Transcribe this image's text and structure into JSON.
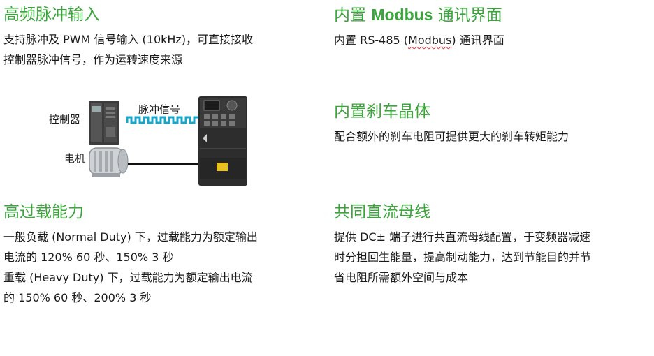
{
  "pulse": {
    "title": "高频脉冲输入",
    "line1": "支持脉冲及 PWM 信号输入 (10kHz)，可直接接收",
    "line2": "控制器脉冲信号，作为运转速度来源",
    "diagram": {
      "controller_label": "控制器",
      "pulse_label": "脉冲信号",
      "motor_label": "电机"
    }
  },
  "modbus": {
    "title_prefix": "内置 ",
    "title_bold": "Modbus",
    "title_suffix": " 通讯界面",
    "line1_prefix": "内置 RS-485 (",
    "line1_word": "Modbus",
    "line1_suffix": ") 通讯界面"
  },
  "brake": {
    "title": "内置刹车晶体",
    "line1": "配合额外的刹车电阻可提供更大的刹车转矩能力"
  },
  "overload": {
    "title": "高过载能力",
    "line1": "一般负载 (Normal Duty) 下，过载能力为额定输出",
    "line2": "电流的 120% 60 秒、150% 3 秒",
    "line3": "重载 (Heavy Duty) 下，过载能力为额定输出电流",
    "line4": "的 150% 60 秒、200% 3 秒"
  },
  "dcbus": {
    "title": "共同直流母线",
    "line1": "提供 DC± 端子进行共直流母线配置，于变频器减速",
    "line2": "时分担回生能量，提高制动能力，达到节能目的并节",
    "line3": "省电阻所需额外空间与成本"
  },
  "colors": {
    "title_green": "#3aa53a",
    "pulse_wave": "#1aa6c8",
    "wire": "#111111",
    "spellcheck_underline": "#d23a3a"
  }
}
